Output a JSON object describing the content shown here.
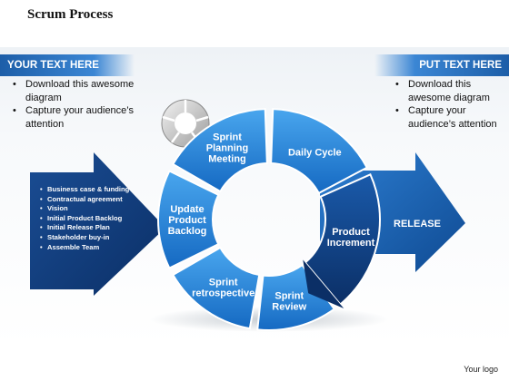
{
  "title": "Scrum Process",
  "left_panel": {
    "heading": "YOUR TEXT HERE",
    "bullets": [
      "Download this awesome diagram",
      "Capture your audience’s attention"
    ]
  },
  "right_panel": {
    "heading": "PUT TEXT HERE",
    "bullets": [
      "Download this awesome diagram",
      "Capture your audience’s attention"
    ]
  },
  "input_arrow": {
    "items": [
      "Business case & funding",
      "Contractual agreement",
      "Vision",
      "Initial Product Backlog",
      "Initial Release Plan",
      "Stakeholder buy-in",
      "Assemble Team"
    ]
  },
  "cycle": {
    "segments": [
      {
        "lines": [
          "Sprint",
          "Planning",
          "Meeting"
        ]
      },
      {
        "lines": [
          "Daily Cycle"
        ]
      },
      {
        "lines": [
          "Product",
          "Increment"
        ]
      },
      {
        "lines": [
          "Sprint",
          "Review"
        ]
      },
      {
        "lines": [
          "Sprint",
          "retrospective"
        ]
      },
      {
        "lines": [
          "Update",
          "Product",
          "Backlog"
        ]
      }
    ]
  },
  "output_arrow": {
    "label": "RELEASE"
  },
  "footer": {
    "logo_text": "Your logo"
  },
  "colors": {
    "accent_dark": "#0f3f7a",
    "accent_mid": "#1f6fc4",
    "accent_light": "#3d9ae6"
  }
}
